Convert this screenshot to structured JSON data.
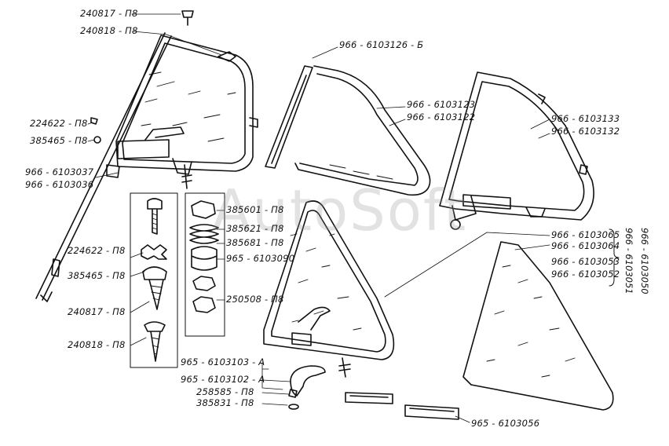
{
  "labels": {
    "l240817_top": "240817 - П8",
    "l240818_top": "240818 - П8",
    "l224622_left": "224622 - П8",
    "l385465_left": "385465 - П8",
    "l966_6103037": "966 - 6103037",
    "l966_6103036": "966 - 6103036",
    "l224622_mid": "224622 - П8",
    "l385465_mid": "385465 - П8",
    "l240817_mid": "240817 - П8",
    "l240818_mid": "240818 - П8",
    "l385601": "385601 - П8",
    "l385621": "385621 - П8",
    "l385681": "385681 - П8",
    "l965_6103090": "965 - 6103090",
    "l250508": "250508 - П8",
    "l966_6103126": "966 - 6103126 - Б",
    "l966_6103123": "966 - 6103123",
    "l966_6103122": "966 - 6103122",
    "l966_6103133": "966 - 6103133",
    "l966_6103132": "966 - 6103132",
    "l966_6103065": "966 - 6103065",
    "l966_6103064": "966 - 6103064",
    "l966_6103053": "966 - 6103053",
    "l966_6103052": "966 - 6103052",
    "l966_6103051": "966 - 6103051",
    "l966_6103050": "966 - 6103050",
    "l965_6103103": "965 - 6103103 - А",
    "l965_6103102": "965 - 6103102 - А",
    "l258585": "258585 - П8",
    "l385831": "385831 - П8",
    "l965_6103056": "965 - 6103056"
  },
  "watermark": "AutoSoft"
}
